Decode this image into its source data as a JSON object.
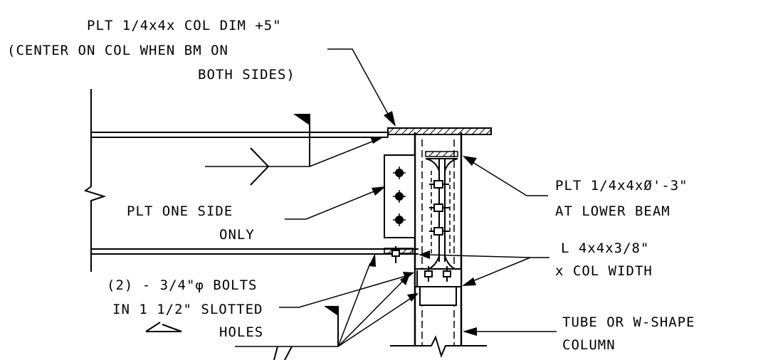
{
  "notes": {
    "plate_top": {
      "line1": "PLT 1/4x4x COL DIM +5\"",
      "line2": "(CENTER ON COL WHEN BM ON",
      "line3": "BOTH SIDES)"
    },
    "plate_lower": {
      "line1": "PLT 1/4x4xØ'-3\"",
      "line2": "AT LOWER BEAM"
    },
    "plate_one_side": {
      "line1": "PLT ONE SIDE",
      "line2": "ONLY"
    },
    "angle": {
      "line1": "L 4x4x3/8\"",
      "line2": "x COL WIDTH"
    },
    "bolts": {
      "line1": "(2) - 3/4\"φ BOLTS",
      "line2": "IN 1 1/2\" SLOTTED",
      "line3": "HOLES"
    },
    "column": {
      "line1": "TUBE OR W-SHAPE",
      "line2": "COLUMN"
    }
  },
  "colors": {
    "ink": "#000000",
    "paper": "#ffffff"
  }
}
